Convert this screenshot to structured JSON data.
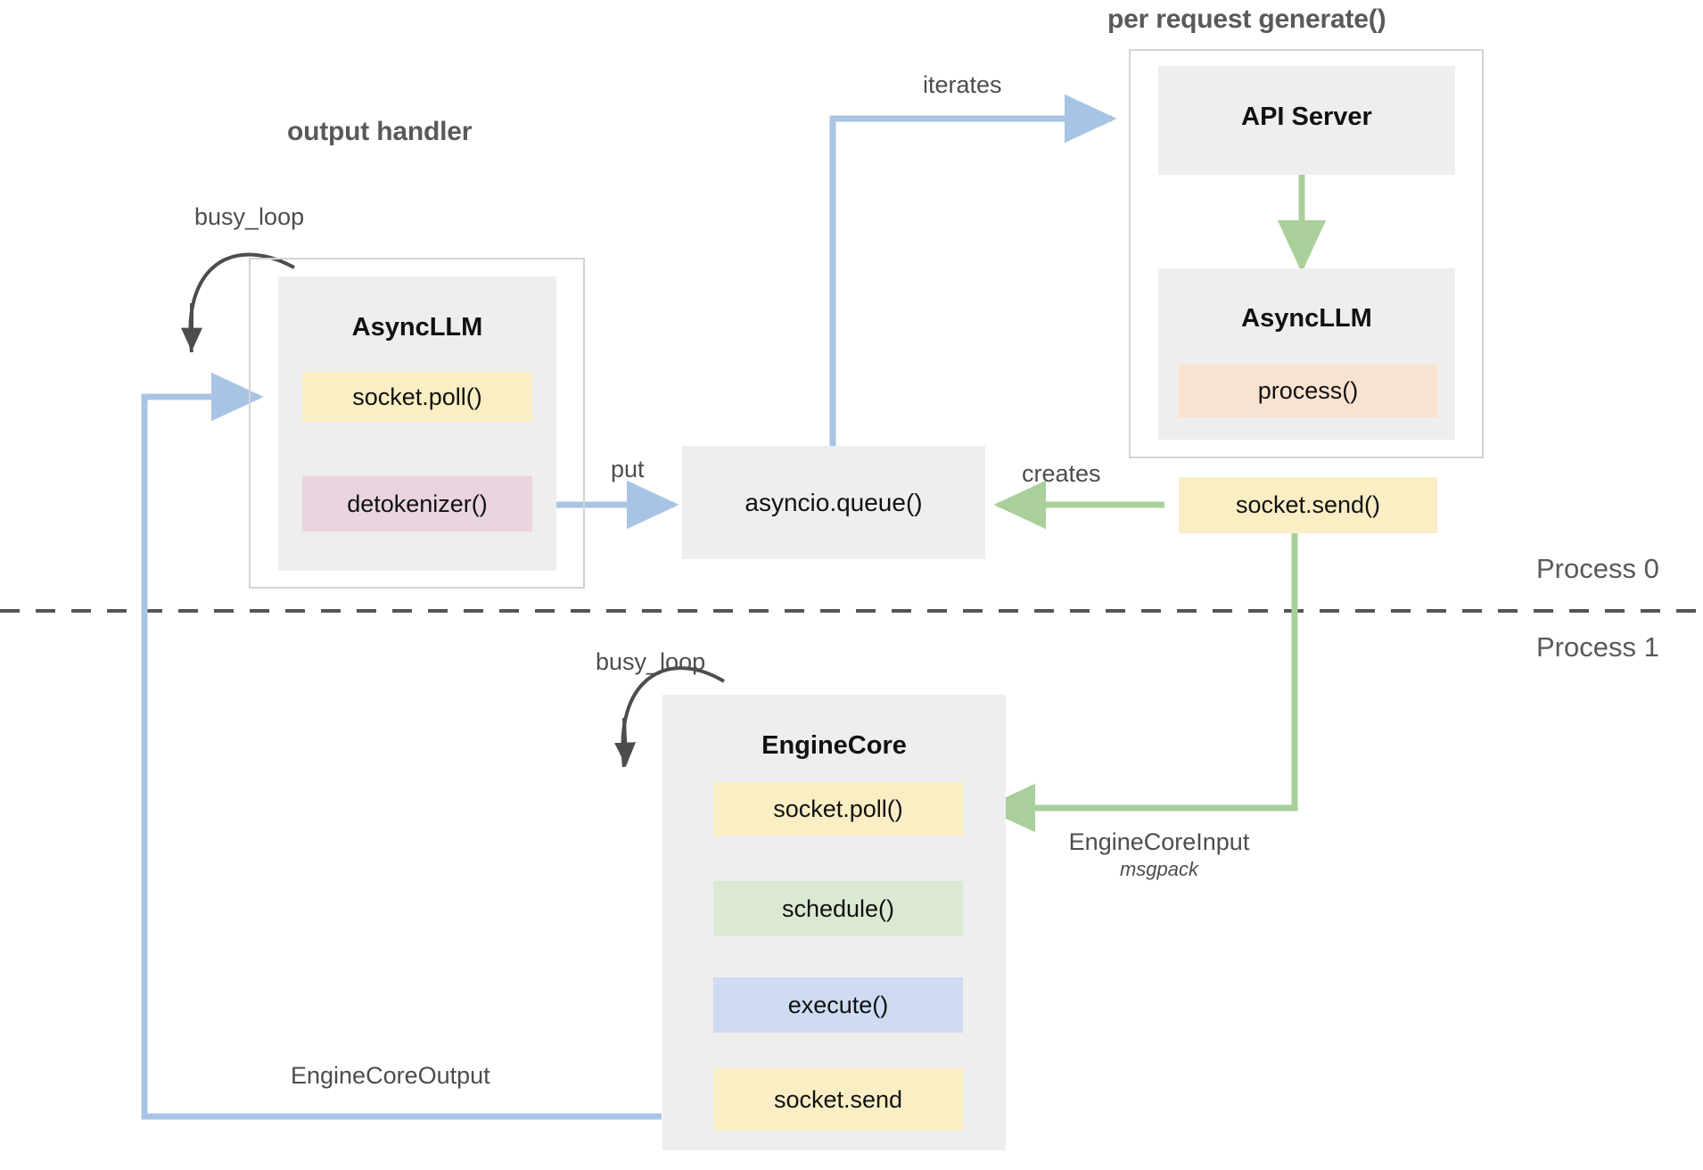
{
  "diagram": {
    "title_left": "output handler",
    "title_right": "per request generate()",
    "process_labels": {
      "top": "Process 0",
      "bottom": "Process 1"
    },
    "colors": {
      "blue_arrow": "#a8c4e5",
      "green_arrow": "#a9d09a",
      "black_arrow": "#4d4d4d",
      "box_grey": "#eeeeee",
      "frame_grey": "#d4d4d4",
      "row_yellow": "#faeec4",
      "row_pink": "#e8d5e0",
      "row_peach": "#f9e2d0",
      "row_green": "#dbe9d2",
      "row_blue": "#cedbf3",
      "divider": "#555555"
    },
    "nodes": {
      "async_llm_left": {
        "title": "AsyncLLM",
        "rows": [
          {
            "label": "socket.poll()",
            "color": "yellow"
          },
          {
            "label": "detokenizer()",
            "color": "pink"
          }
        ]
      },
      "asyncio_queue": {
        "label": "asyncio.queue()"
      },
      "api_server": {
        "title": "API Server"
      },
      "async_llm_right": {
        "title": "AsyncLLM",
        "rows": [
          {
            "label": "process()",
            "color": "peach"
          },
          {
            "label": "socket.send()",
            "color": "yellow"
          }
        ]
      },
      "engine_core": {
        "title": "EngineCore",
        "rows": [
          {
            "label": "socket.poll()",
            "color": "yellow"
          },
          {
            "label": "schedule()",
            "color": "green"
          },
          {
            "label": "execute()",
            "color": "blue"
          },
          {
            "label": "socket.send",
            "color": "yellow"
          }
        ]
      }
    },
    "edges": {
      "busy_loop_left": "busy_loop",
      "busy_loop_engine": "busy_loop",
      "iterates": "iterates",
      "put": "put",
      "creates": "creates",
      "engine_core_input": "EngineCoreInput",
      "engine_core_input_sub": "msgpack",
      "engine_core_output": "EngineCoreOutput"
    }
  }
}
